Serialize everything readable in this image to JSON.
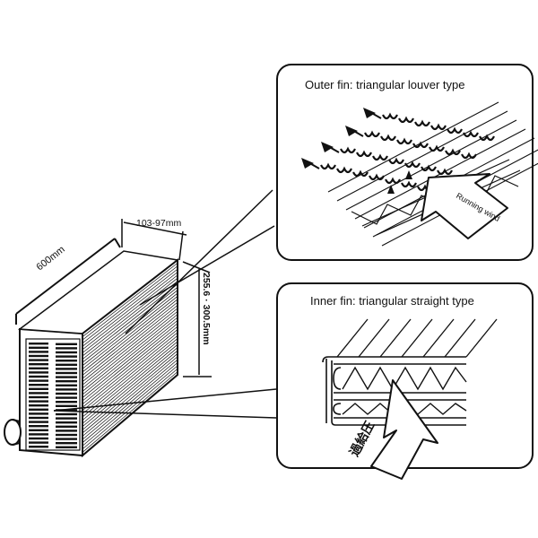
{
  "labels": {
    "dim_length": "600mm",
    "dim_depth": "103-97mm",
    "dim_height": "255.6 · 300.5mm",
    "outer_title": "Outer fin: triangular louver type",
    "inner_title": "Inner fin: triangular straight type",
    "running_wind": "Running wind",
    "supercharge": "過給圧"
  },
  "colors": {
    "line": "#111111",
    "background": "#ffffff"
  }
}
